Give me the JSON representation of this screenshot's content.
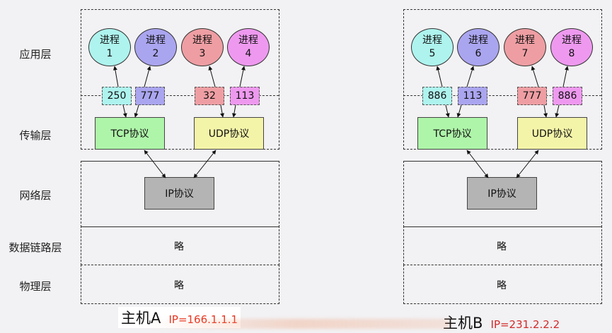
{
  "layers": [
    {
      "label": "应用层"
    },
    {
      "label": "传输层"
    },
    {
      "label": "网络层"
    },
    {
      "label": "数据链路层"
    },
    {
      "label": "物理层"
    }
  ],
  "hosts": [
    {
      "name": "主机A",
      "ip": "IP=166.1.1.1",
      "processes": [
        {
          "title": "进程",
          "num": "1",
          "color": "#aef3ee"
        },
        {
          "title": "进程",
          "num": "2",
          "color": "#aaa5ef"
        },
        {
          "title": "进程",
          "num": "3",
          "color": "#ee9ea3"
        },
        {
          "title": "进程",
          "num": "4",
          "color": "#ee99ef"
        }
      ],
      "ports": [
        "250",
        "777",
        "32",
        "113"
      ],
      "tcp": "TCP协议",
      "udp": "UDP协议",
      "ip_protocol": "IP协议",
      "datalink": "略",
      "physical": "略"
    },
    {
      "name": "主机B",
      "ip": "IP=231.2.2.2",
      "processes": [
        {
          "title": "进程",
          "num": "5",
          "color": "#aef3ee"
        },
        {
          "title": "进程",
          "num": "6",
          "color": "#aaa5ef"
        },
        {
          "title": "进程",
          "num": "7",
          "color": "#ee9ea3"
        },
        {
          "title": "进程",
          "num": "8",
          "color": "#ee99ef"
        }
      ],
      "ports": [
        "886",
        "113",
        "777",
        "886"
      ],
      "tcp": "TCP协议",
      "udp": "UDP协议",
      "ip_protocol": "IP协议",
      "datalink": "略",
      "physical": "略"
    }
  ],
  "colors": {
    "tcp": "#aef5a9",
    "udp": "#f4f4a9",
    "ip": "#b4b4b4",
    "ip_text": "#e8341f"
  }
}
